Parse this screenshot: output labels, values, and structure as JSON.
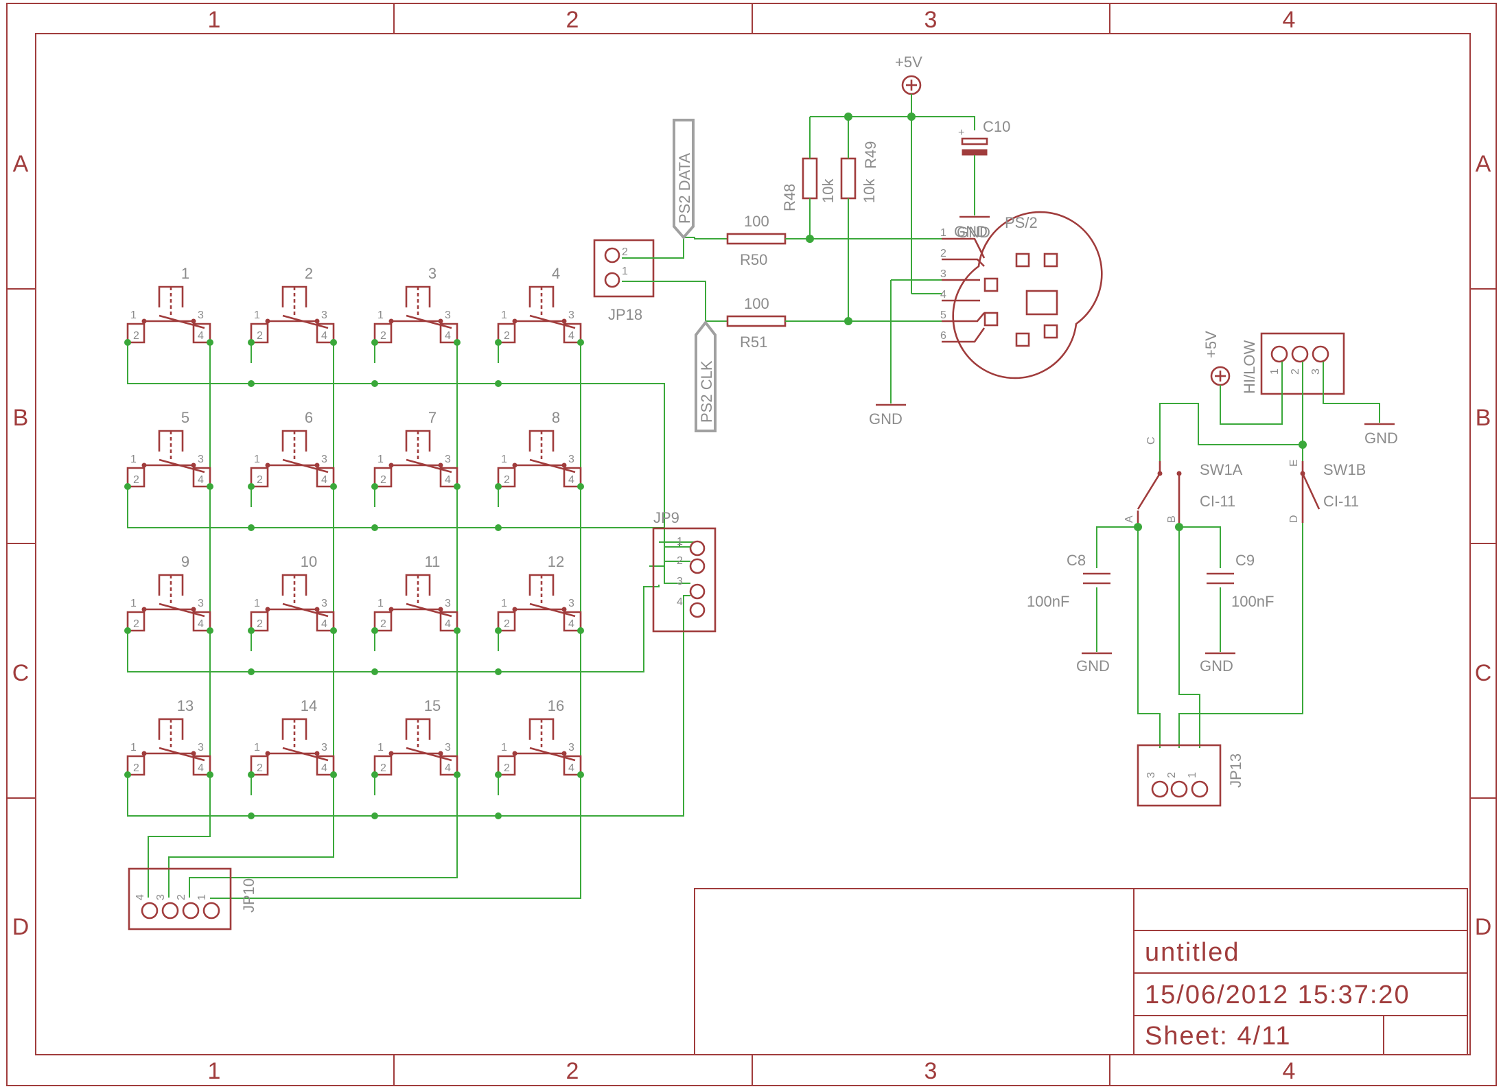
{
  "frame": {
    "col_labels": [
      "1",
      "2",
      "3",
      "4"
    ],
    "row_labels": [
      "A",
      "B",
      "C",
      "D"
    ]
  },
  "title_block": {
    "title": "untitled",
    "date_time": "15/06/2012 15:37:20",
    "sheet": "Sheet: 4/11"
  },
  "keypad": {
    "keys": [
      "1",
      "2",
      "3",
      "4",
      "5",
      "6",
      "7",
      "8",
      "9",
      "10",
      "11",
      "12",
      "13",
      "14",
      "15",
      "16"
    ],
    "switch_pins": [
      "1",
      "2",
      "3",
      "4"
    ]
  },
  "connectors": {
    "jp9": {
      "name": "JP9",
      "pins": [
        "1",
        "2",
        "3",
        "4"
      ]
    },
    "jp10": {
      "name": "JP10",
      "pins": [
        "4",
        "3",
        "2",
        "1"
      ]
    },
    "jp18": {
      "name": "JP18",
      "pins": [
        "2",
        "1"
      ]
    },
    "jp13": {
      "name": "JP13",
      "pins": [
        "3",
        "2",
        "1"
      ]
    },
    "hilow": {
      "name": "HI/LOW",
      "pins": [
        "1",
        "2",
        "3"
      ]
    }
  },
  "ps2": {
    "name": "PS/2",
    "pins": [
      "1",
      "2",
      "3",
      "4",
      "5",
      "6"
    ],
    "data_flag": "PS2 DATA",
    "clk_flag": "PS2 CLK"
  },
  "resistors": [
    {
      "name": "R50",
      "value": "100"
    },
    {
      "name": "R51",
      "value": "100"
    },
    {
      "name": "R48",
      "value": "10k"
    },
    {
      "name": "R49",
      "value": "10k"
    }
  ],
  "capacitors": [
    {
      "name": "C10",
      "polarity": "+"
    },
    {
      "name": "C8",
      "value": "100nF"
    },
    {
      "name": "C9",
      "value": "100nF"
    }
  ],
  "switch": {
    "sw1a": "SW1A",
    "sw1b": "SW1B",
    "part": "CI-11",
    "pins": [
      "A",
      "B",
      "C",
      "D",
      "E"
    ]
  },
  "power": {
    "vcc": "+5V",
    "gnd": "GND"
  },
  "colors": {
    "part": "#a03c3c",
    "wire": "#3aa83a",
    "text": "#8c8c8c",
    "flag": "#a0a0a0"
  }
}
